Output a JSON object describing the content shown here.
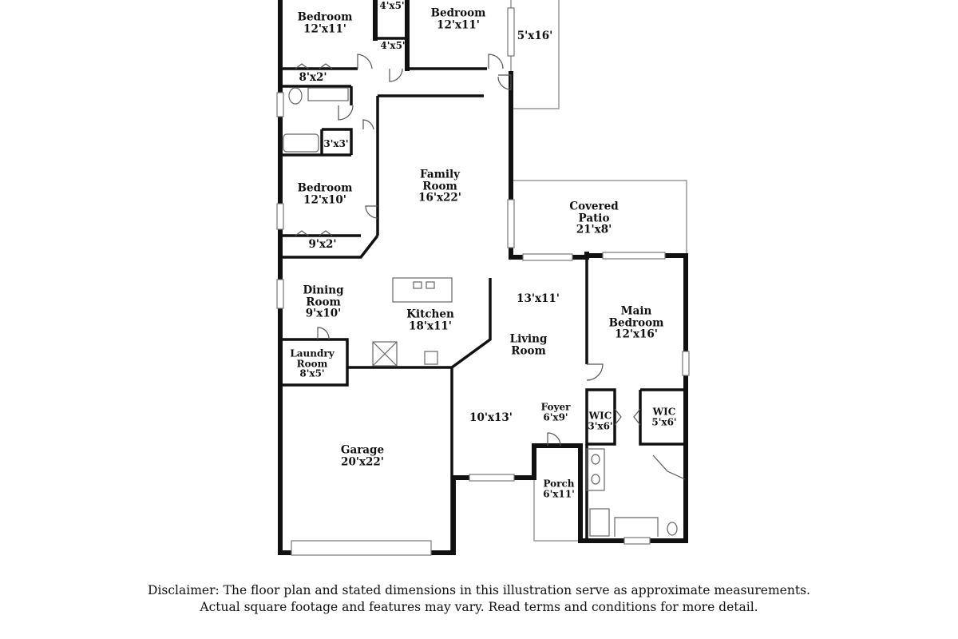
{
  "rooms": {
    "bedroom_top_left": {
      "name": "Bedroom",
      "dim": "12'x11'"
    },
    "closet_top_a": {
      "dim": "4'x5'"
    },
    "closet_top_b": {
      "dim": "4'x5'"
    },
    "bedroom_top_right": {
      "name": "Bedroom",
      "dim": "12'x11'"
    },
    "balcony": {
      "dim": "5'x16'"
    },
    "closet_8x2": {
      "dim": "8'x2'"
    },
    "closet_3x3": {
      "dim": "3'x3'"
    },
    "bedroom_mid": {
      "name": "Bedroom",
      "dim": "12'x10'"
    },
    "closet_9x2": {
      "dim": "9'x2'"
    },
    "family_room": {
      "name_line1": "Family",
      "name_line2": "Room",
      "dim": "16'x22'"
    },
    "covered_patio": {
      "name_line1": "Covered",
      "name_line2": "Patio",
      "dim": "21'x8'"
    },
    "dining_room": {
      "name_line1": "Dining",
      "name_line2": "Room",
      "dim": "9'x10'"
    },
    "kitchen": {
      "name": "Kitchen",
      "dim": "18'x11'"
    },
    "living_room": {
      "dim_top": "13'x11'",
      "name_line1": "Living",
      "name_line2": "Room",
      "dim_bottom": "10'x13'"
    },
    "main_bedroom": {
      "name_line1": "Main",
      "name_line2": "Bedroom",
      "dim": "12'x16'"
    },
    "laundry_room": {
      "name_line1": "Laundry",
      "name_line2": "Room",
      "dim": "8'x5'"
    },
    "foyer": {
      "name": "Foyer",
      "dim": "6'x9'"
    },
    "wic_left": {
      "name": "WIC",
      "dim": "3'x6'"
    },
    "wic_right": {
      "name": "WIC",
      "dim": "5'x6'"
    },
    "garage": {
      "name": "Garage",
      "dim": "20'x22'"
    },
    "porch": {
      "name": "Porch",
      "dim": "6'x11'"
    }
  },
  "disclaimer": {
    "line1": "Disclaimer: The floor plan and stated dimensions in this illustration serve as approximate measurements.",
    "line2": "Actual square footage and features may vary. Read terms and conditions for more detail."
  }
}
